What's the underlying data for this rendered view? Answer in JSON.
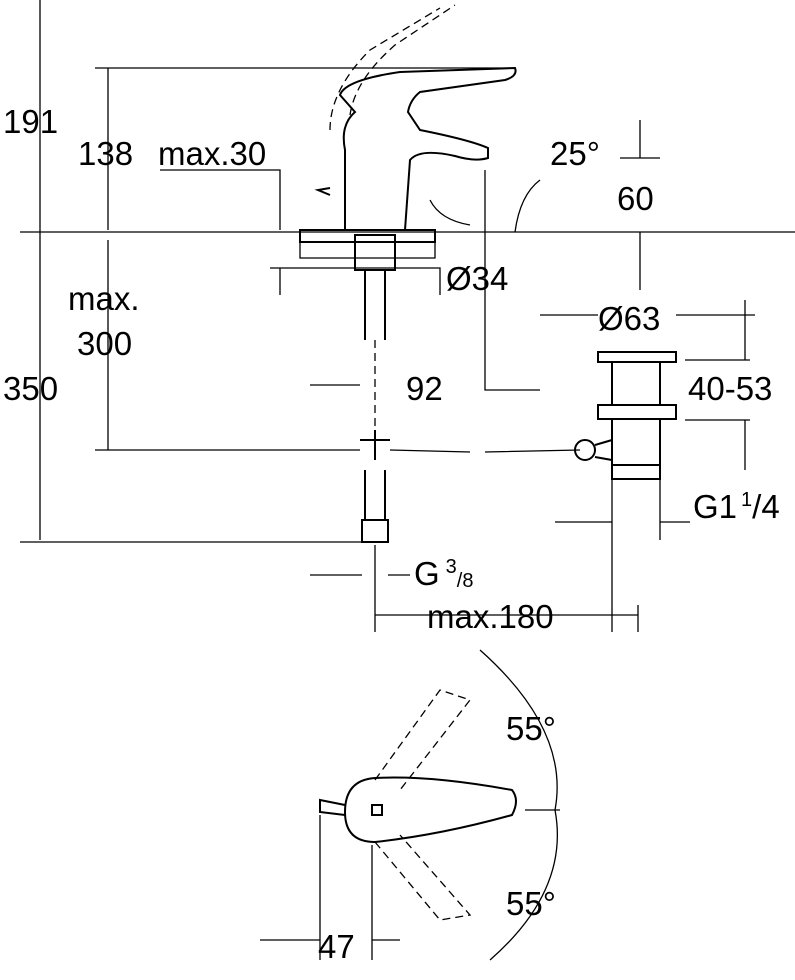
{
  "drawing": {
    "side_view": {
      "height_total_handle": "191",
      "height_spout_top": "138",
      "max_deck_thickness": "max.30",
      "spout_angle": "25°",
      "spout_height": "60",
      "mount_hole_diameter": "Ø34",
      "max_label": "max.",
      "max_value": "300",
      "height_below_deck": "350",
      "waste_diameter": "Ø63",
      "waste_height_range": "40-53",
      "spout_projection": "92",
      "waste_thread_main": "G1",
      "waste_thread_num": "1",
      "waste_thread_den": "/4",
      "supply_thread_main": "G",
      "supply_thread_num": "3",
      "supply_thread_den": "/8",
      "max_distance": "max.180"
    },
    "top_view": {
      "rotation_angle_top": "55°",
      "rotation_angle_bottom": "55°",
      "body_offset": "47"
    }
  }
}
